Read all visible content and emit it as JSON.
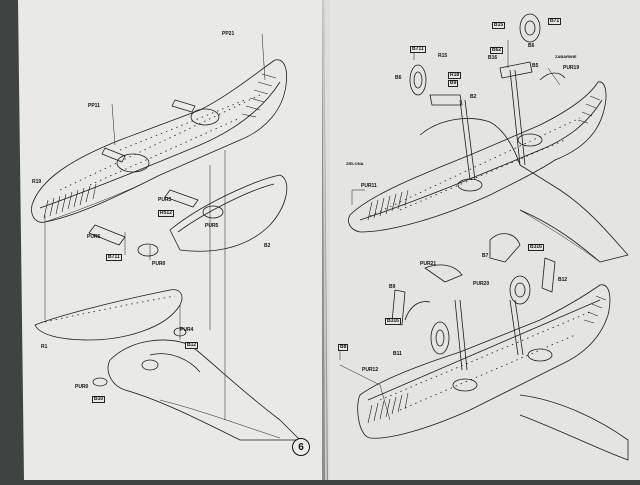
{
  "page_number": "6",
  "colors": {
    "background": "#3d4442",
    "paper_left": "#e9e9e6",
    "paper_right": "#e4e5e2",
    "ink": "#1a1a1a"
  },
  "left_page": {
    "callouts": [
      "PP21",
      "PP11",
      "R19",
      "PUR3",
      "R512",
      "PUR6",
      "B711",
      "PUR5",
      "PUR0",
      "B2",
      "R1",
      "PUR4",
      "B12",
      "PUR0",
      "B10"
    ]
  },
  "right_page": {
    "callouts": [
      "B15",
      "B71",
      "B6",
      "B62",
      "B711",
      "R15",
      "B6",
      "R18",
      "B16",
      "B5",
      "B9",
      "B2",
      "PUR19",
      "ZABARWIE",
      "PUR11",
      "ZIELONA",
      "B7",
      "B316",
      "B12",
      "PUR21",
      "PUR20",
      "B9",
      "B316",
      "B11",
      "B8",
      "PUR12"
    ]
  }
}
